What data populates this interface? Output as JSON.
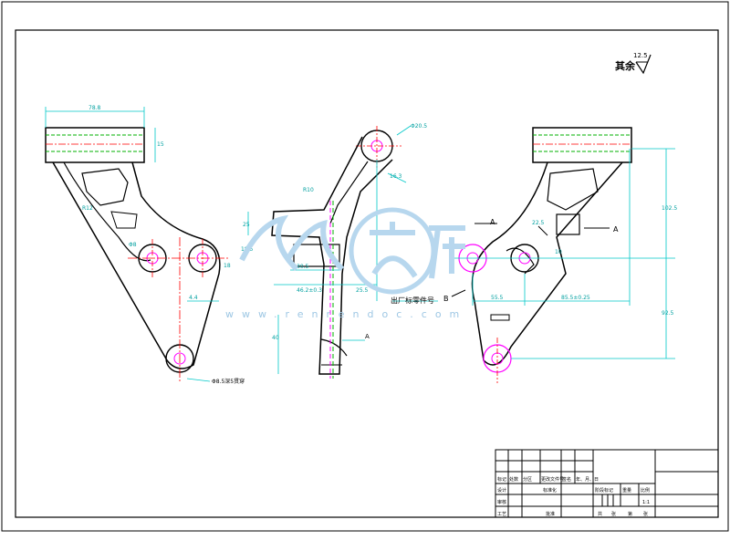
{
  "drawing": {
    "surface_finish_label": "其余",
    "surface_finish_value": "12.5",
    "view_labels": {
      "left_arrow": "A",
      "right_arrow": "A",
      "section_b": "B",
      "datum_a": "A"
    },
    "note_center": "出厂标零件号",
    "note_hole": "Φ8.5深5贯穿"
  },
  "dimensions": {
    "left_width": "78.8",
    "left_h1": "15",
    "left_hole": "Φ8",
    "left_r": "R12",
    "left_side": "18",
    "left_bottom_dim": "4.4",
    "center_top": "Φ20.5",
    "center_r1": "R10",
    "center_angle": "16.3",
    "center_d1": "25",
    "center_d2": "18.5",
    "center_d3": "30.5",
    "center_d4": "46.2±0.3",
    "center_d5": "25.5",
    "center_d6": "40",
    "right_height": "102.5",
    "right_d1": "92.5",
    "right_d2": "85.5±0.25",
    "right_d3": "55.5",
    "right_d4": "22.5",
    "right_d5": "10"
  },
  "watermark": {
    "cn": "人人文库",
    "url": "www.renrendoc.com"
  },
  "title_block": {
    "cells": [
      "标记",
      "处数",
      "分区",
      "更改文件号",
      "签名",
      "年、月、日",
      "设计",
      "标准化",
      "阶段标记",
      "重量",
      "比例",
      "审核",
      "工艺",
      "批准",
      "共",
      "张",
      "第",
      "张",
      "1:1"
    ]
  },
  "colors": {
    "outline": "#000000",
    "dimension": "#00c8c8",
    "center": "#ff0000",
    "hidden": "#ff00ff",
    "hatch": "#00b000",
    "watermark": "#9ec7e4"
  }
}
